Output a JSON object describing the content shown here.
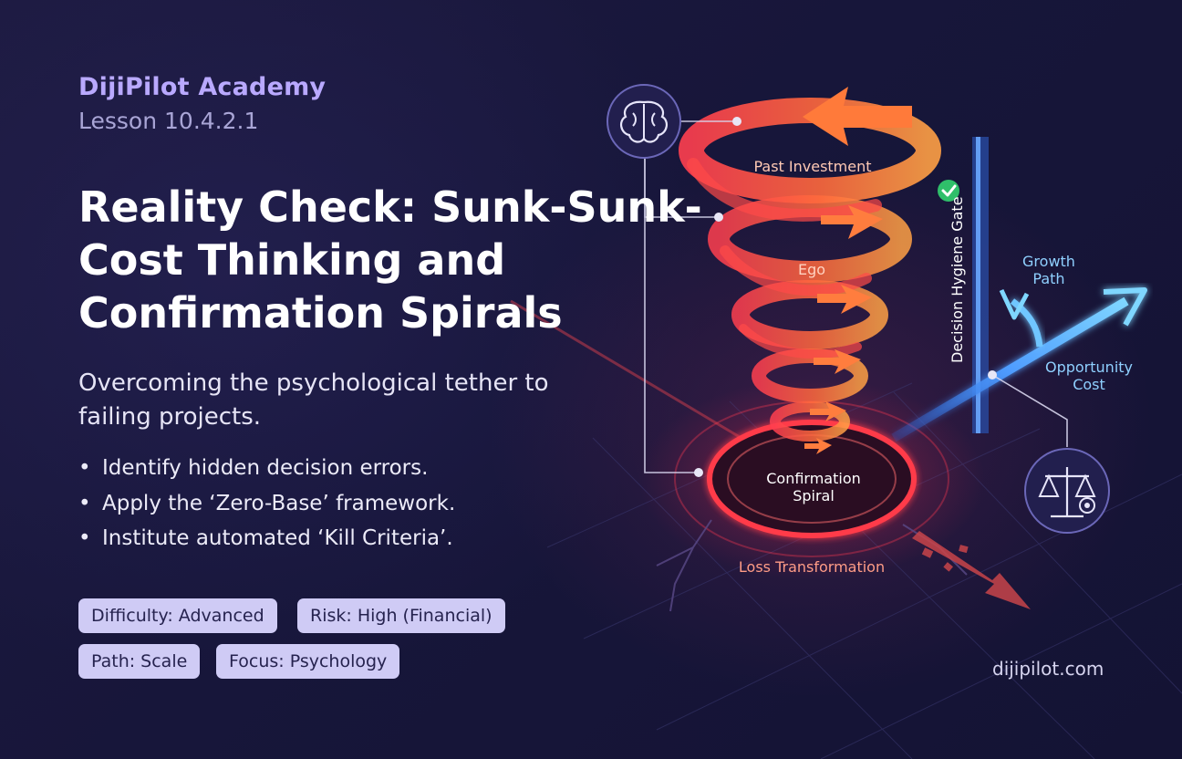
{
  "header": {
    "brand": "DijiPilot Academy",
    "lesson": "Lesson 10.4.2.1"
  },
  "hero": {
    "title": "Reality Check: Sunk-Sunk-Cost Thinking and Confirmation Spirals",
    "subtitle": "Overcoming the psychological tether to failing projects."
  },
  "objectives": [
    "Identify hidden decision errors.",
    "Apply the ‘Zero-Base’ framework.",
    "Institute automated ‘Kill Criteria’."
  ],
  "tags": [
    "Difficulty: Advanced",
    "Risk: High (Financial)",
    "Path: Scale",
    "Focus: Psychology"
  ],
  "diagram": {
    "past_investment": "Past Investment",
    "ego": "Ego",
    "confirmation_spiral": "Confirmation Spiral",
    "loss_transformation": "Loss Transformation",
    "decision_gate": "Decision Hygiene Gate",
    "growth_path": "Growth Path",
    "opportunity_cost": "Opportunity Cost"
  },
  "icons": {
    "brain": "brain-icon",
    "scales": "scales-gear-icon",
    "check": "check-icon"
  },
  "colors": {
    "background": "#1a1838",
    "accent_purple": "#b9a9ff",
    "spiral_orange": "#ff7a3c",
    "spiral_red": "#ff3f4f",
    "gate_blue": "#4f8dff",
    "growth_cyan": "#5cc4ff",
    "pill_bg": "#cfcbf5",
    "check_green": "#2fbf6a"
  },
  "footer": {
    "site": "dijipilot.com"
  }
}
